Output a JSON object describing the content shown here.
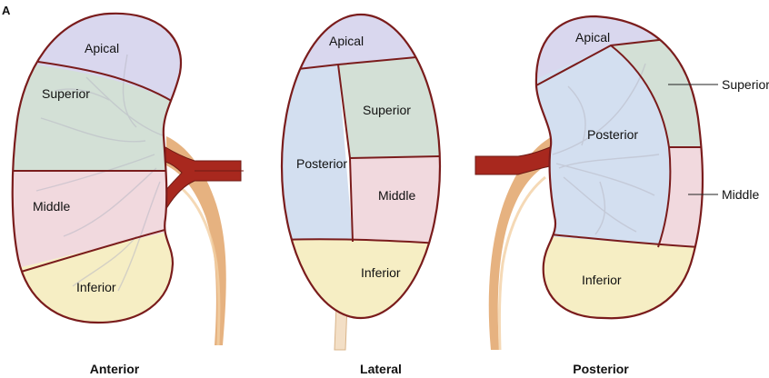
{
  "panel_letter": "A",
  "colors": {
    "apical": "#d9d7ee",
    "superior": "#d3e0d6",
    "middle": "#f1d9de",
    "inferior": "#f6eec4",
    "posterior": "#d3dff0",
    "outline": "#7a1c1c",
    "vessel": "#a8281e",
    "ureter": "#e2a46a"
  },
  "views": {
    "anterior": {
      "caption": "Anterior",
      "segments": {
        "apical": "Apical",
        "superior": "Superior",
        "middle": "Middle",
        "inferior": "Inferior"
      }
    },
    "lateral": {
      "caption": "Lateral",
      "segments": {
        "apical": "Apical",
        "superior": "Superior",
        "posterior": "Posterior",
        "middle": "Middle",
        "inferior": "Inferior"
      }
    },
    "posterior": {
      "caption": "Posterior",
      "segments": {
        "apical": "Apical",
        "posterior": "Posterior",
        "inferior": "Inferior"
      },
      "callouts": {
        "superior": "Superior",
        "middle": "Middle"
      }
    }
  }
}
